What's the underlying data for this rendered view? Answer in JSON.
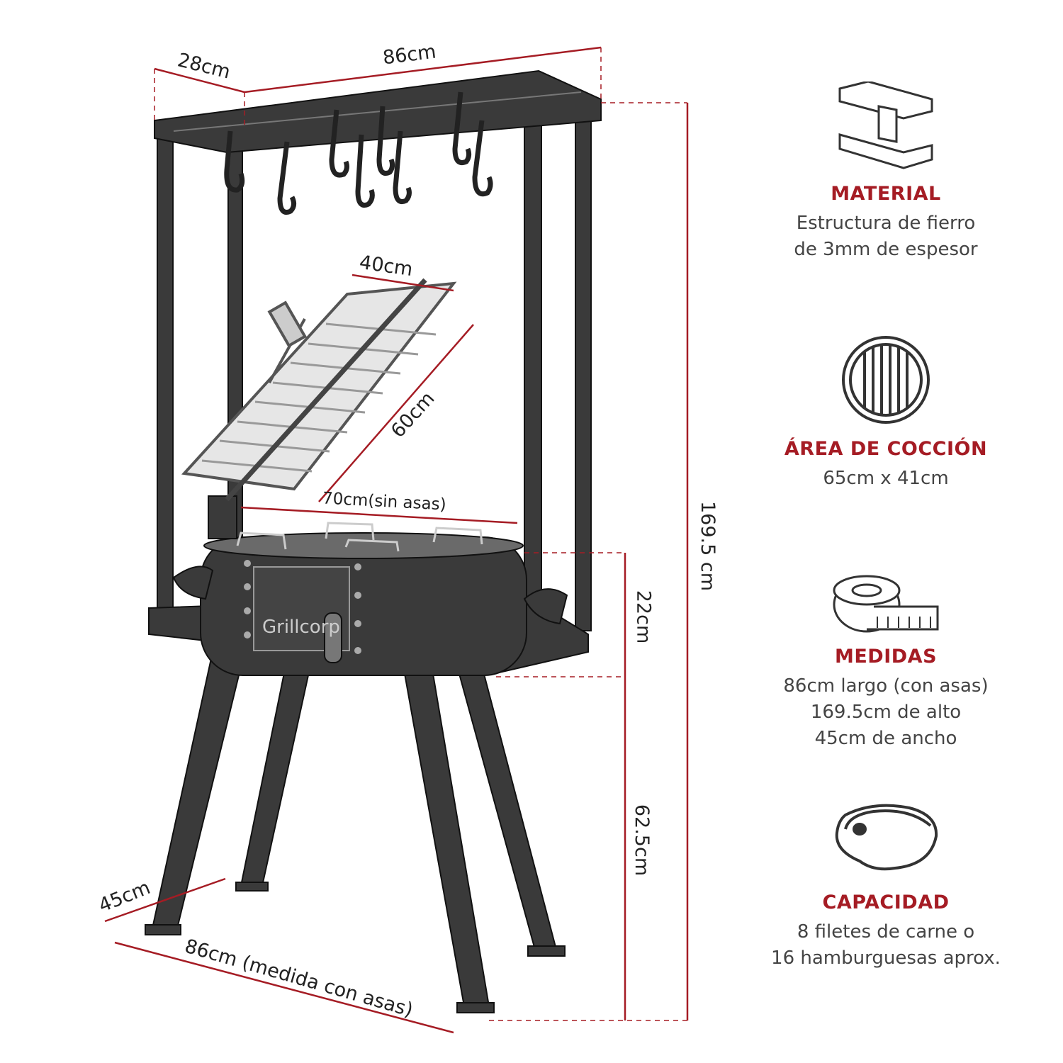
{
  "colors": {
    "accent": "#a51c24",
    "metal": "#3a3a3a",
    "text": "#444444"
  },
  "brand": "Grillcorp",
  "dimensions": {
    "frame_depth": "28cm",
    "frame_width": "86cm",
    "grill_width": "40cm",
    "grill_length": "60cm",
    "box_length": "70cm(sin asas)",
    "total_height": "169.5 cm",
    "box_height": "22cm",
    "leg_height": "62.5cm",
    "base_depth": "45cm",
    "base_length": "86cm (medida con asas)"
  },
  "features": [
    {
      "icon": "steel-beam-icon",
      "title": "MATERIAL",
      "lines": [
        "Estructura de fierro",
        "de 3mm de espesor"
      ]
    },
    {
      "icon": "grill-grate-icon",
      "title": "ÁREA DE COCCIÓN",
      "lines": [
        "65cm x 41cm"
      ]
    },
    {
      "icon": "measuring-tape-icon",
      "title": "MEDIDAS",
      "lines": [
        "86cm largo (con asas)",
        "169.5cm de alto",
        "45cm de ancho"
      ]
    },
    {
      "icon": "steak-icon",
      "title": "CAPACIDAD",
      "lines": [
        "8 filetes de carne o",
        "16 hamburguesas aprox."
      ]
    }
  ]
}
